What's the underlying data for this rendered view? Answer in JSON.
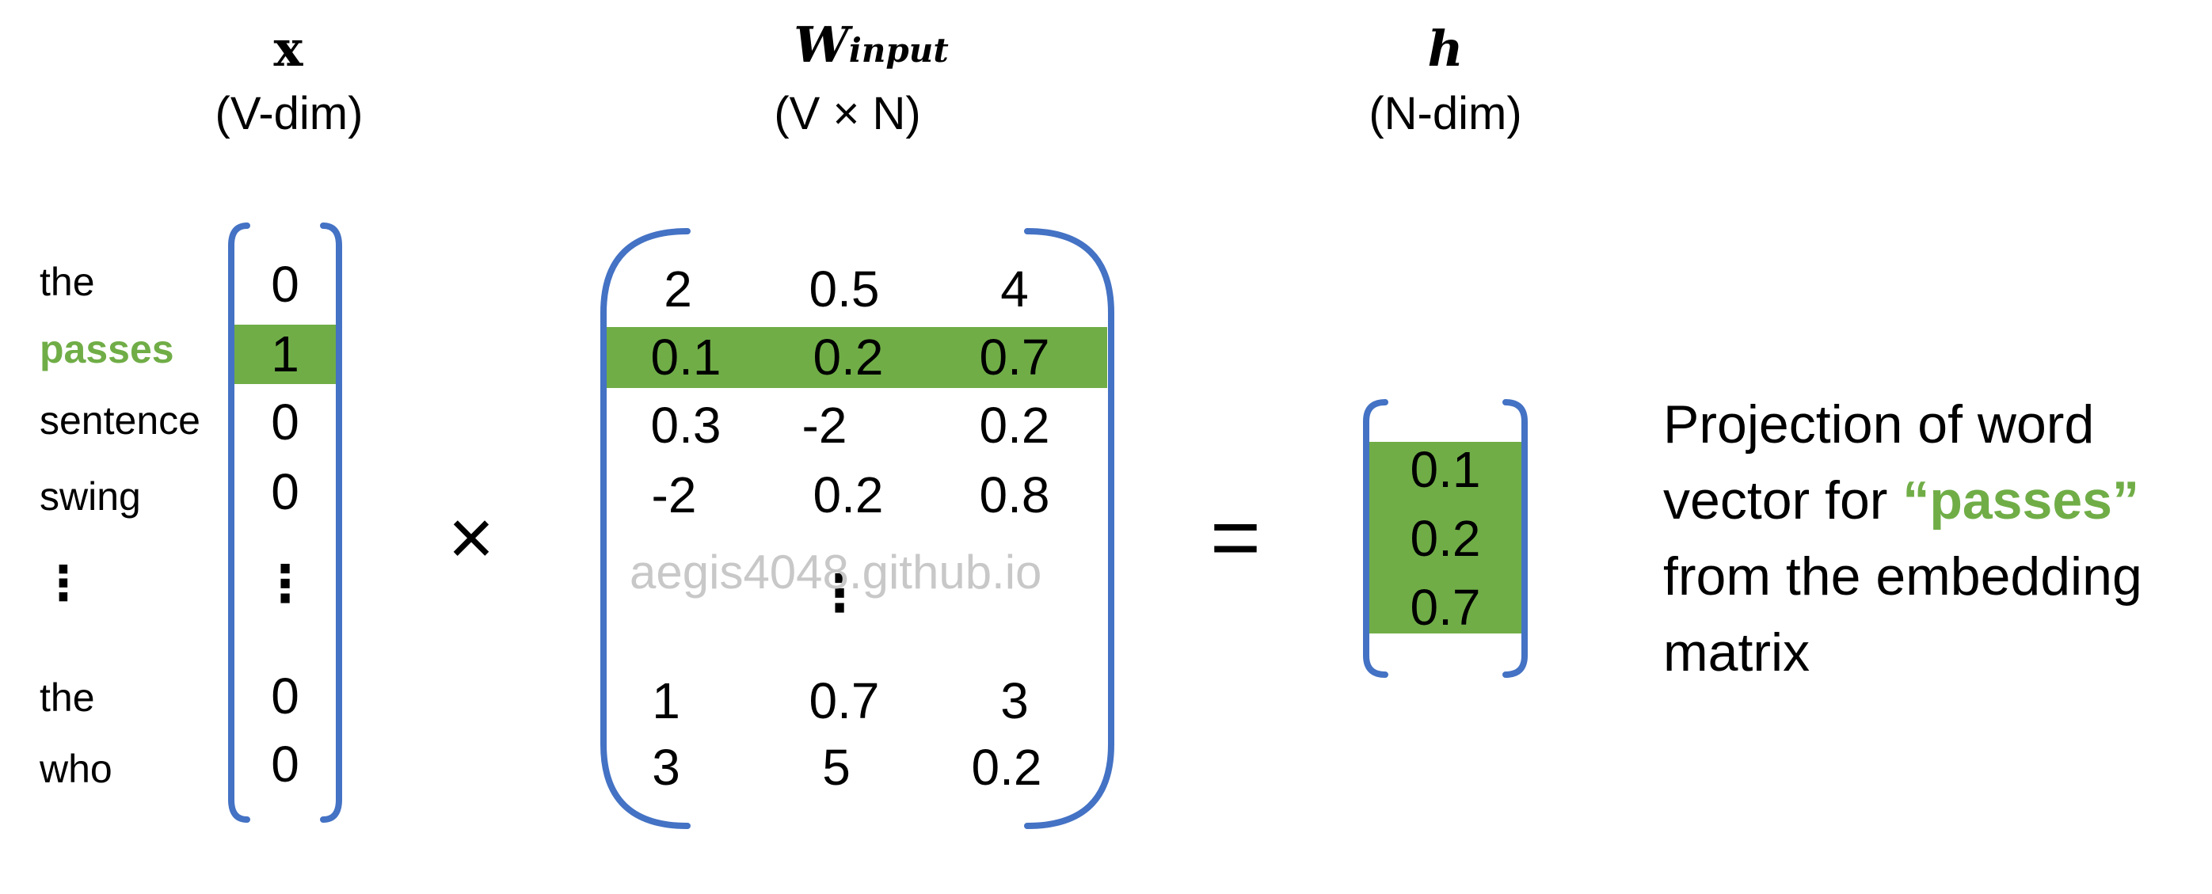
{
  "colors": {
    "highlight": "#70ad47",
    "bracket": "#4472c4",
    "watermark": "#c8c8c8"
  },
  "x_block": {
    "symbol": "x",
    "dim": "(V-dim)",
    "words": [
      "the",
      "passes",
      "sentence",
      "swing",
      "⋮",
      "the",
      "who"
    ],
    "values": [
      "0",
      "1",
      "0",
      "0",
      "⋮",
      "0",
      "0"
    ],
    "highlight_index": 1
  },
  "times_symbol": "×",
  "w_block": {
    "symbol": "W",
    "subscript": "input",
    "dim": "(V × N)",
    "rows": [
      [
        "2",
        "0.5",
        "4"
      ],
      [
        "0.1",
        "0.2",
        "0.7"
      ],
      [
        "0.3",
        "-2",
        "0.2"
      ],
      [
        "-2",
        "0.2",
        "0.8"
      ],
      [
        "⋮"
      ],
      [
        "1",
        "0.7",
        "3"
      ],
      [
        "3",
        "5",
        "0.2"
      ]
    ],
    "highlight_row": 1
  },
  "equals_symbol": "=",
  "h_block": {
    "symbol": "h",
    "dim": "(N-dim)",
    "values": [
      "0.1",
      "0.2",
      "0.7"
    ]
  },
  "caption": {
    "line1": "Projection of word",
    "line2_before": "vector for ",
    "line2_highlight": "“passes”",
    "line3": "from the embedding",
    "line4": "matrix"
  },
  "watermark": "aegis4048.github.io"
}
